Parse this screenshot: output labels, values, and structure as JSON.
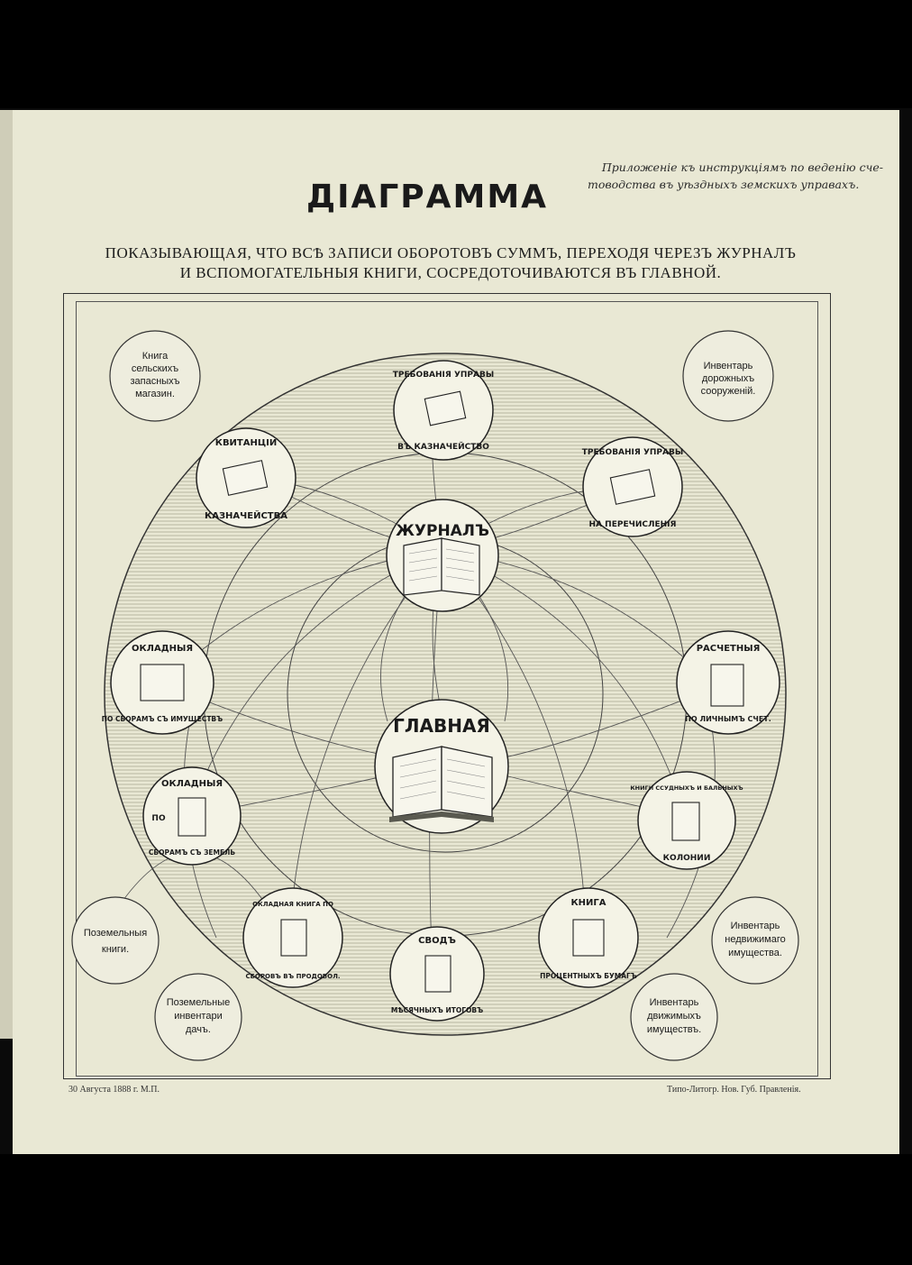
{
  "note": {
    "line1": "Приложенiе къ инструкцiямъ по веденiю сче-",
    "line2": "товодства въ уѣздныхъ земскихъ управахъ."
  },
  "title": "ДIАГРАММА",
  "subtitle": {
    "line1": "ПОКАЗЫВАЮЩАЯ, ЧТО ВСѢ ЗАПИСИ ОБОРОТОВЪ СУММЪ, ПЕРЕХОДЯ ЧЕРЕЗЪ ЖУРНАЛЪ",
    "line2": "И ВСПОМОГАТЕЛЬНЫЯ КНИГИ, СОСРЕДОТОЧИВАЮТСЯ ВЪ ГЛАВНОЙ."
  },
  "nodes": {
    "center": "ГЛАВНАЯ",
    "journal": "ЖУРНАЛЪ",
    "treb_kazn": [
      "ТРЕБОВАНIЯ УПРАВЫ",
      "ВЪ КАЗНАЧЕЙСТВО"
    ],
    "treb_pere": [
      "ТРЕБОВАНIЯ УПРАВЫ",
      "НА ПЕРЕЧИСЛЕНIЯ"
    ],
    "kvit": [
      "КВИТАНЦIИ",
      "КАЗНАЧЕЙСТВА"
    ],
    "okl_imush": [
      "ОКЛАДНЫЯ",
      "ПО СБОРАМЪ СЪ ИМУЩЕСТВЪ"
    ],
    "raschet": [
      "РАСЧЕТНЫЯ",
      "ПО ЛИЧНЫМЪ СЧЕТ."
    ],
    "okl_zemel": [
      "ОКЛАДНЫЯ",
      "ПО",
      "СБОРАМЪ СЪ ЗЕМЕЛЬ"
    ],
    "ssud": [
      "КНИГИ ССУДНЫХЪ И БАЛЬНЫХЪ",
      "КОЛОНИИ"
    ],
    "okl_prod": [
      "ОКЛАДНАЯ КНИГА ПО",
      "СБОРОВЪ ВЪ ПРОДОВОЛ."
    ],
    "svod": [
      "СВОДЪ",
      "МѢСЯЧНЫХЪ ИТОГОВЪ"
    ],
    "proc": [
      "КНИГА",
      "ПРОЦЕНТНЫХЪ БУМАГЪ"
    ]
  },
  "corner_nodes": {
    "tl": [
      "Книга",
      "сельскихъ",
      "запасныхъ",
      "магазин."
    ],
    "tr": [
      "Инвентарь",
      "дорожныхъ",
      "сооруженій."
    ],
    "ml": [
      "Поземельныя",
      "книги."
    ],
    "bl": [
      "Поземельные",
      "инвентари",
      "дачъ."
    ],
    "mr": [
      "Инвентарь",
      "недвижимаго",
      "имущества."
    ],
    "br": [
      "Инвентарь",
      "движимыхъ",
      "имуществъ."
    ]
  },
  "footer": {
    "left": "30 Августа 1888 г. М.П.",
    "right": "Типо-Литогр. Нов. Губ. Правленія."
  },
  "colors": {
    "paper": "#e9e8d4",
    "ink": "#222222",
    "hatch": "#cfceb8"
  }
}
